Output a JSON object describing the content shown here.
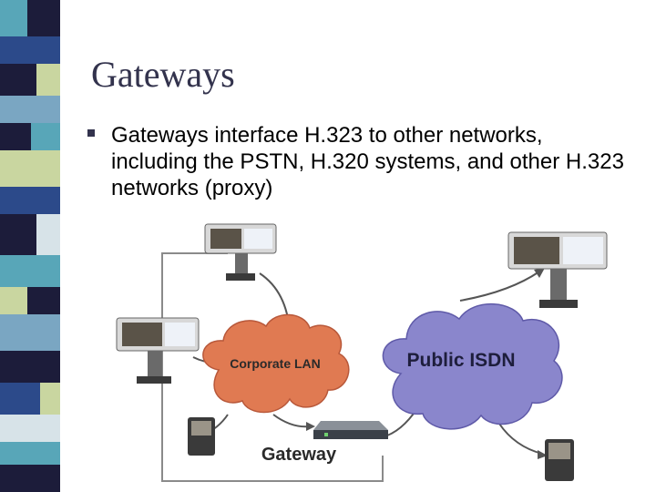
{
  "slide": {
    "title": "Gateways",
    "bullets": [
      "Gateways interface H.323 to other networks, including the PSTN, H.320 systems, and other H.323 networks (proxy)"
    ]
  },
  "diagram": {
    "corporate_cloud_label": "Corporate LAN",
    "public_cloud_label": "Public ISDN",
    "gateway_label": "Gateway"
  },
  "colors": {
    "title": "#33334d",
    "corporate_cloud": "#e07a52",
    "public_cloud": "#8a86cc",
    "stripe_palette": [
      "#1c1c3a",
      "#7aa6c2",
      "#c9d6a0",
      "#2c4a8a",
      "#d7e3e8",
      "#58a6b8"
    ]
  }
}
